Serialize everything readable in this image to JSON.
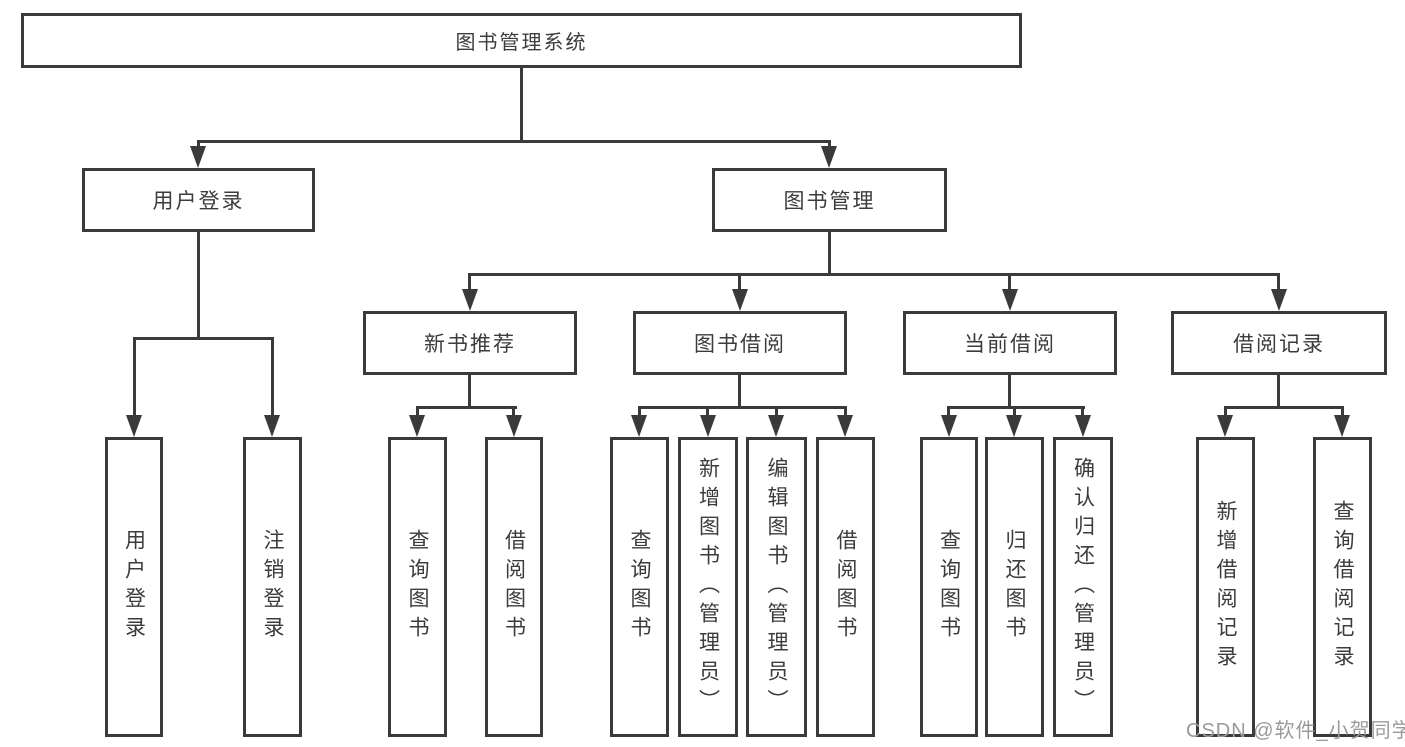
{
  "watermark": "CSDN @软件_小贺同学",
  "colors": {
    "line": "#3a3a3a",
    "text": "#3c3c3c",
    "watermark": "#9a9a9a",
    "background": "#ffffff"
  },
  "tree": {
    "root": {
      "label": "图书管理系统",
      "children": [
        {
          "label": "用户登录",
          "children": [
            {
              "label": "用户登录"
            },
            {
              "label": "注销登录"
            }
          ]
        },
        {
          "label": "图书管理",
          "children": [
            {
              "label": "新书推荐",
              "children": [
                {
                  "label": "查询图书"
                },
                {
                  "label": "借阅图书"
                }
              ]
            },
            {
              "label": "图书借阅",
              "children": [
                {
                  "label": "查询图书"
                },
                {
                  "label": "新增图书（管理员）"
                },
                {
                  "label": "编辑图书（管理员）"
                },
                {
                  "label": "借阅图书"
                }
              ]
            },
            {
              "label": "当前借阅",
              "children": [
                {
                  "label": "查询图书"
                },
                {
                  "label": "归还图书"
                },
                {
                  "label": "确认归还（管理员）"
                }
              ]
            },
            {
              "label": "借阅记录",
              "children": [
                {
                  "label": "新增借阅记录"
                },
                {
                  "label": "查询借阅记录"
                }
              ]
            }
          ]
        }
      ]
    }
  }
}
